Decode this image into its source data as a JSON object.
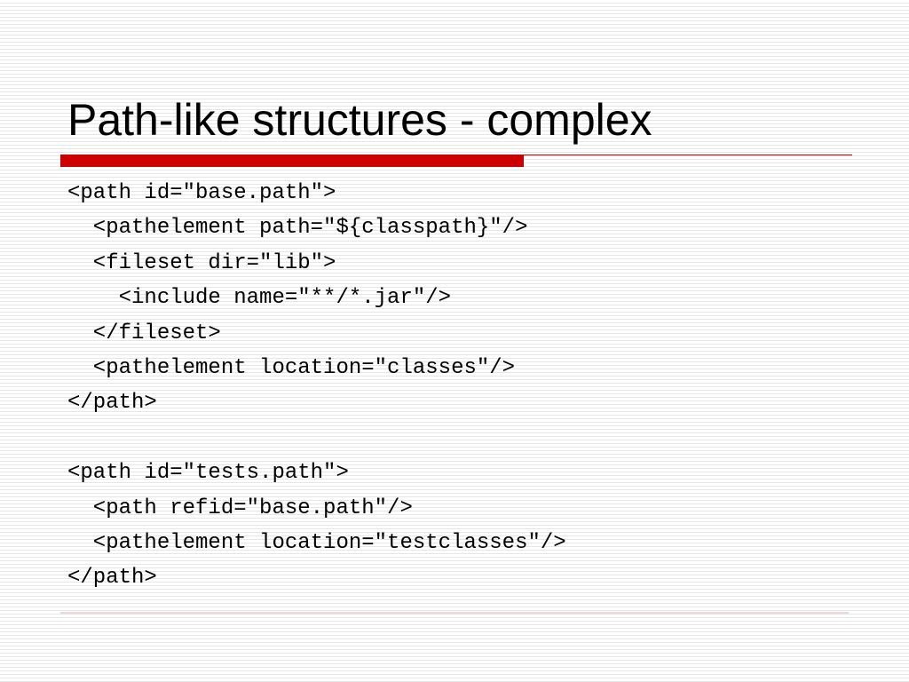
{
  "slide": {
    "title": "Path-like structures - complex",
    "accent_color": "#cc0000",
    "code_lines": [
      "<path id=\"base.path\">",
      "  <pathelement path=\"${classpath}\"/>",
      "  <fileset dir=\"lib\">",
      "    <include name=\"**/*.jar\"/>",
      "  </fileset>",
      "  <pathelement location=\"classes\"/>",
      "</path>",
      "",
      "<path id=\"tests.path\">",
      "  <path refid=\"base.path\"/>",
      "  <pathelement location=\"testclasses\"/>",
      "</path>"
    ]
  }
}
